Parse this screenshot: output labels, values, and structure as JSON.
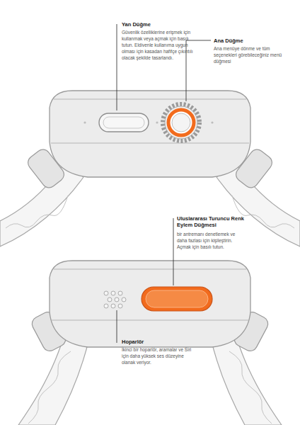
{
  "diagram": {
    "labels": [
      "Yan Düğme",
      "Güvenlik özelliklerine erişmek için kullanmak veya açmak için basılı tutun. Eldivenle kullanıma uygun olması için kasadan hafifçe çıkıntılı olacak şekilde tasarlandı.",
      "Ana Düğme",
      "Ana menüye dönme ve tüm seçenekleri görebileceğiniz menü düğmesi",
      "Uluslararası Turuncu Renk Eylem Düğmesi",
      "bir antremanı denetlemek ve daha fazlası için kişileştirin. Açmak için basılı tutun.",
      "Hoparlör",
      "İkinci bir hoparlör, aramalar ve Siri için daha yüksek ses düzeyine olanak veriyor."
    ]
  }
}
